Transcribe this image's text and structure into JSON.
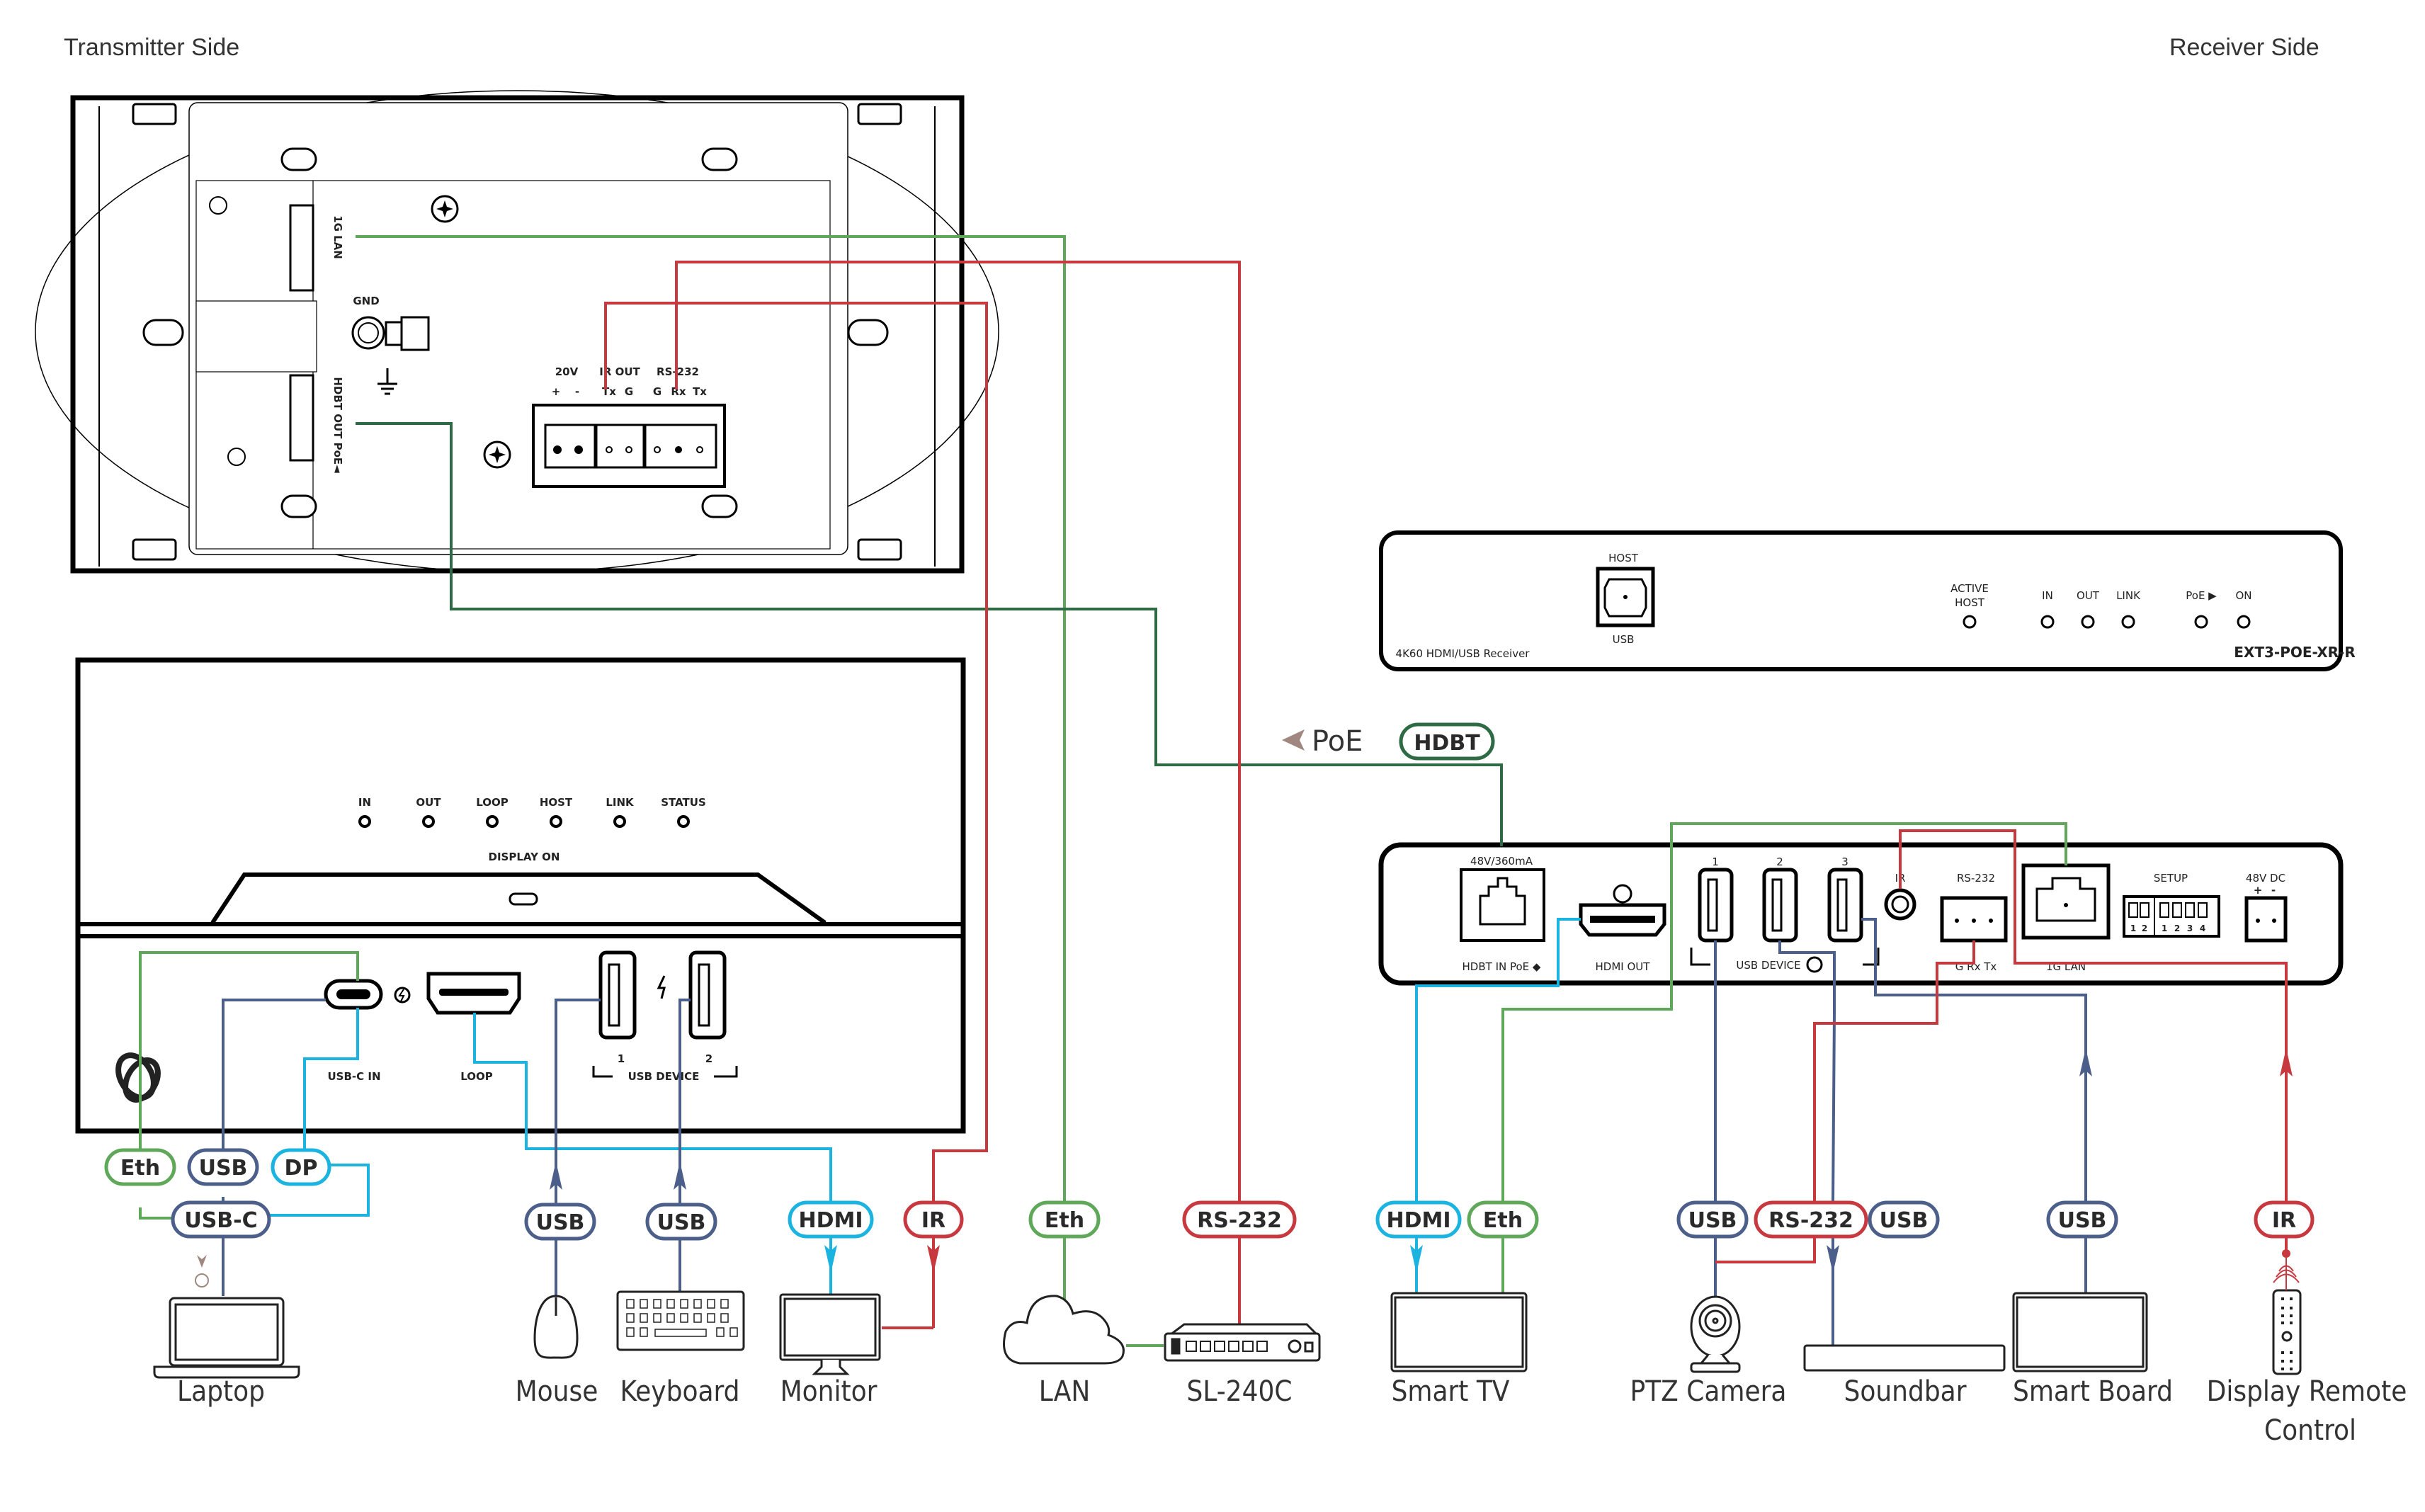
{
  "titles": {
    "transmitter": "Transmitter Side",
    "receiver": "Receiver Side"
  },
  "colors": {
    "ethernet": "#5fa85a",
    "hdbt": "#2e6b45",
    "rs232_ir": "#c8383f",
    "usb": "#4b5f8a",
    "hdmi_dp": "#1bb3e0",
    "poe_arrow": "#a08880"
  },
  "wallplate": {
    "lan_label": "1G LAN",
    "gnd_label": "GND",
    "hdbt_label": "HDBT OUT PoE◄",
    "terminal_groups": [
      "20V",
      "IR OUT",
      "RS-232"
    ],
    "terminal_pins": [
      "+",
      "-",
      "Tx",
      "G",
      "G",
      "Rx",
      "Tx"
    ]
  },
  "transmitter_front": {
    "leds": [
      "IN",
      "OUT",
      "LOOP",
      "HOST",
      "LINK",
      "STATUS"
    ],
    "display_on": "DISPLAY ON",
    "usbc_label": "USB-C IN",
    "loop_label": "LOOP",
    "usb_device_label": "USB DEVICE",
    "usb_ports": [
      "1",
      "2"
    ]
  },
  "receiver_top": {
    "host_label": "HOST",
    "usb_label": "USB",
    "product_desc": "4K60 HDMI/USB Receiver",
    "model": "EXT3-POE-XR-R",
    "active_host": "ACTIVE HOST",
    "leds": [
      "IN",
      "OUT",
      "LINK",
      "PoE ▶",
      "ON"
    ]
  },
  "receiver_front": {
    "hdbt_power": "48V/360mA",
    "hdbt_label": "HDBT IN PoE ◆",
    "hdmi_out": "HDMI OUT",
    "usb_ports": [
      "1",
      "2",
      "3"
    ],
    "usb_device": "USB DEVICE",
    "ir": "IR",
    "rs232": "RS-232",
    "rs232_pins": "G Rx Tx",
    "lan": "1G LAN",
    "setup": "SETUP",
    "setup_switches": [
      "1",
      "2",
      "1",
      "2",
      "3",
      "4"
    ],
    "power": "48V DC",
    "power_pins": [
      "+",
      "-"
    ]
  },
  "link": {
    "poe": "PoE",
    "hdbt": "HDBT"
  },
  "cable_labels": {
    "laptop_eth": "Eth",
    "laptop_usb": "USB",
    "laptop_dp": "DP",
    "laptop_usbc": "USB-C",
    "mouse_usb": "USB",
    "keyboard_usb": "USB",
    "monitor_hdmi": "HDMI",
    "monitor_ir": "IR",
    "lan_eth": "Eth",
    "sl_rs232": "RS-232",
    "tv_hdmi": "HDMI",
    "tv_eth": "Eth",
    "cam_usb": "USB",
    "cam_rs232": "RS-232",
    "soundbar_usb": "USB",
    "board_usb": "USB",
    "remote_ir": "IR"
  },
  "devices": {
    "laptop": "Laptop",
    "mouse": "Mouse",
    "keyboard": "Keyboard",
    "monitor": "Monitor",
    "lan": "LAN",
    "sl240c": "SL-240C",
    "smart_tv": "Smart TV",
    "ptz_camera": "PTZ Camera",
    "soundbar": "Soundbar",
    "smart_board": "Smart Board",
    "remote_line1": "Display Remote",
    "remote_line2": "Control"
  }
}
